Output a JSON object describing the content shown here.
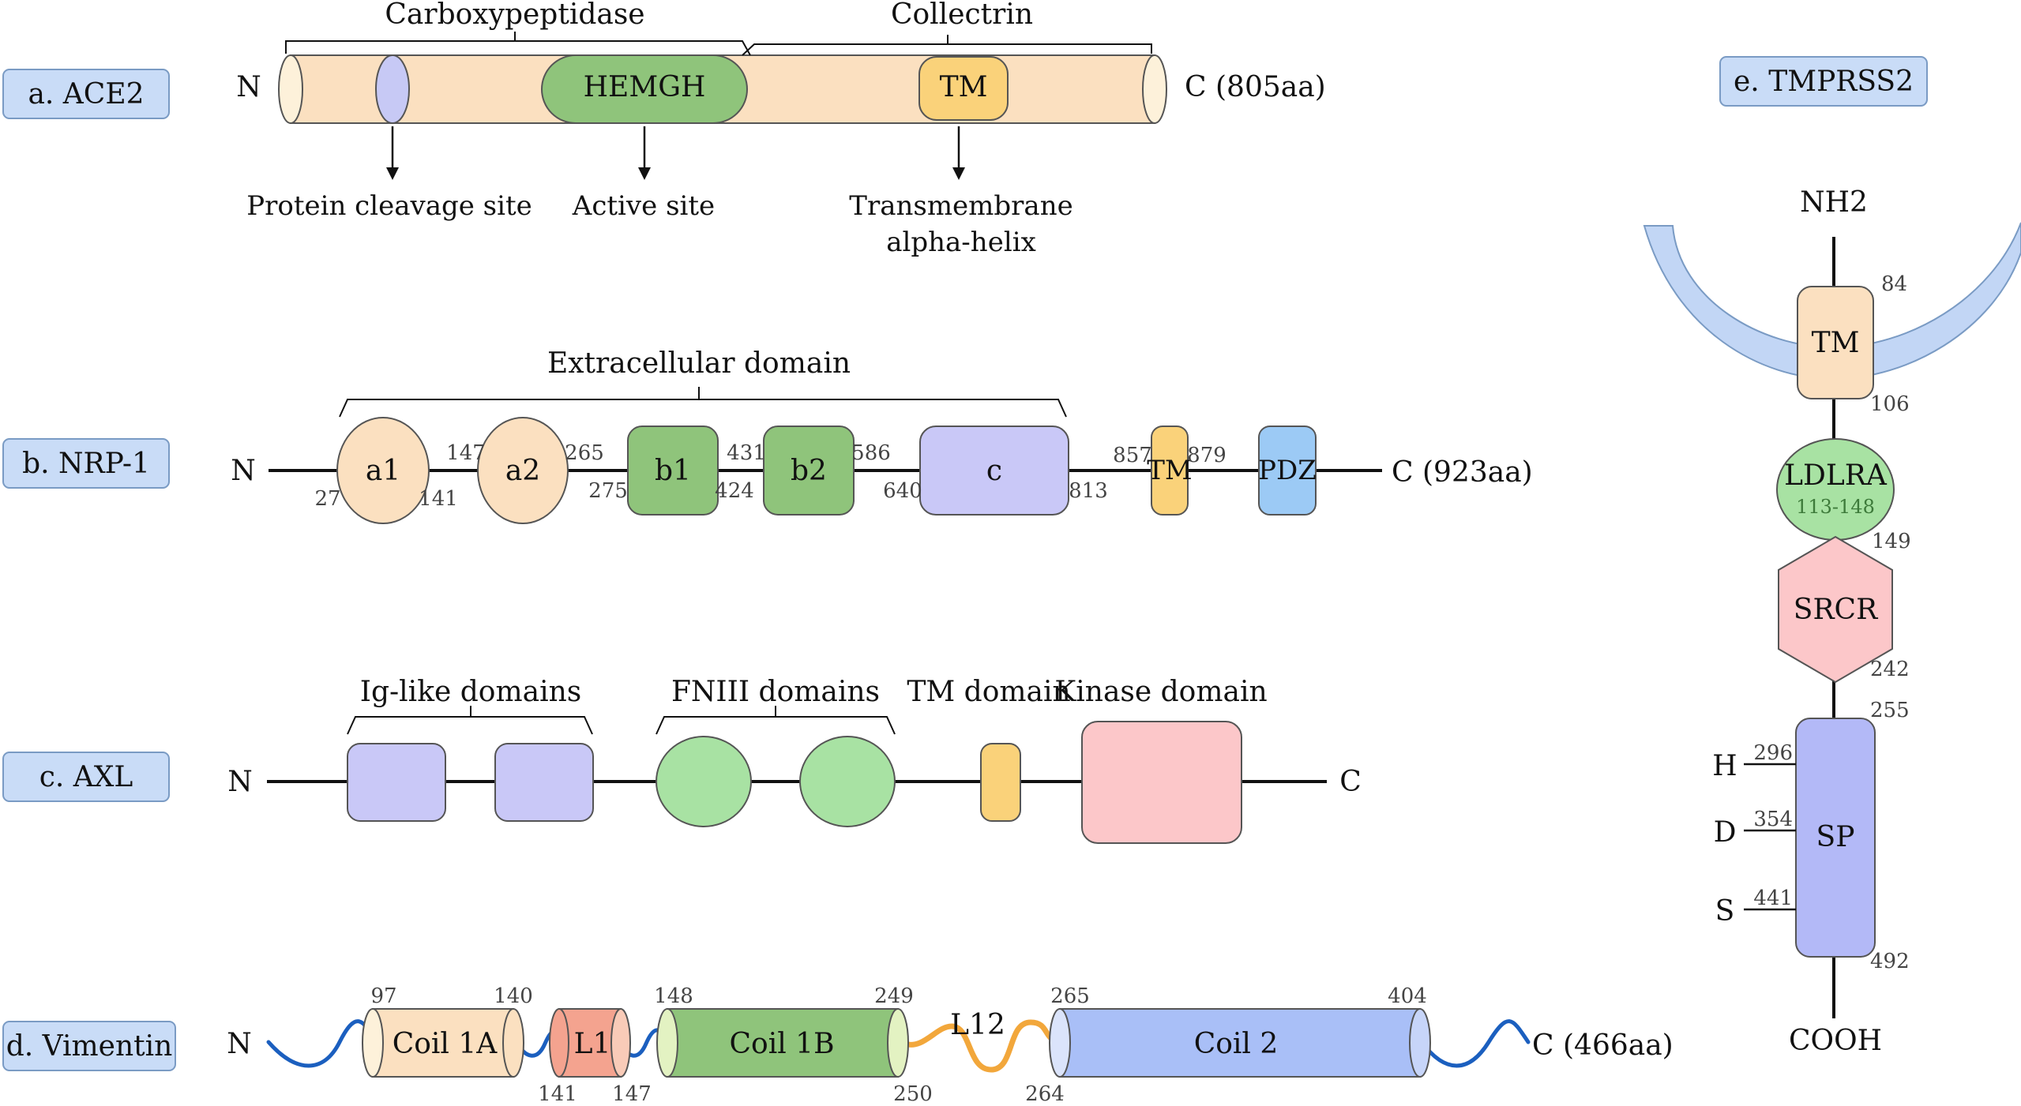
{
  "colors": {
    "tag_fill": "#c9dcf7",
    "tag_stroke": "#7a9bc4",
    "peach": "#fbe0c0",
    "green": "#8fc47b",
    "yellow": "#fad27a",
    "lavender": "#c9c8f7",
    "light_green": "#a8e2a3",
    "pink": "#fcc7c9",
    "blue_box": "#9ccaf5",
    "sp_blue": "#b3b9f7",
    "coil2_blue": "#a9bff7",
    "salmon": "#f4a38f",
    "membrane": "#c2d6f5",
    "wave_blue": "#1b5fbf",
    "linker_orange": "#f2a73b"
  },
  "ace2": {
    "tag": "a. ACE2",
    "n_label": "N",
    "c_label": "C (805aa)",
    "region_carboxypeptidase": "Carboxypeptidase",
    "region_collectrin": "Collectrin",
    "hemgh": "HEMGH",
    "tm": "TM",
    "cleavage": "Protein cleavage site",
    "active": "Active site",
    "tm_desc_1": "Transmembrane",
    "tm_desc_2": "alpha-helix"
  },
  "nrp1": {
    "tag": "b. NRP-1",
    "n_label": "N",
    "c_label": "C (923aa)",
    "region": "Extracellular domain",
    "a1": "a1",
    "a2": "a2",
    "b1": "b1",
    "b2": "b2",
    "c": "c",
    "tm": "TM",
    "pdz": "PDZ",
    "n27": "27",
    "n141": "141",
    "n147": "147",
    "n265": "265",
    "n275": "275",
    "n424": "424",
    "n431": "431",
    "n586": "586",
    "n640": "640",
    "n813": "813",
    "n857": "857",
    "n879": "879"
  },
  "axl": {
    "tag": "c. AXL",
    "n_label": "N",
    "c_label": "C",
    "ig": "Ig-like domains",
    "fn": "FNIII domains",
    "tmd": "TM domain",
    "kinase": "Kinase domain"
  },
  "vimentin": {
    "tag": "d. Vimentin",
    "n_label": "N",
    "c_label": "C (466aa)",
    "coil1a": "Coil 1A",
    "l1": "L1",
    "coil1b": "Coil 1B",
    "l12": "L12",
    "coil2": "Coil 2",
    "n97": "97",
    "n140": "140",
    "n141": "141",
    "n147": "147",
    "n148": "148",
    "n249": "249",
    "n250": "250",
    "n264": "264",
    "n265": "265",
    "n404": "404"
  },
  "tmprss2": {
    "tag": "e. TMPRSS2",
    "nh2": "NH2",
    "cooh": "COOH",
    "tm": "TM",
    "ldlra": "LDLRA",
    "ldlra_range": "113-148",
    "srcr": "SRCR",
    "sp": "SP",
    "h": "H",
    "d": "D",
    "s": "S",
    "n84": "84",
    "n106": "106",
    "n149": "149",
    "n242": "242",
    "n255": "255",
    "n296": "296",
    "n354": "354",
    "n441": "441",
    "n492": "492"
  }
}
